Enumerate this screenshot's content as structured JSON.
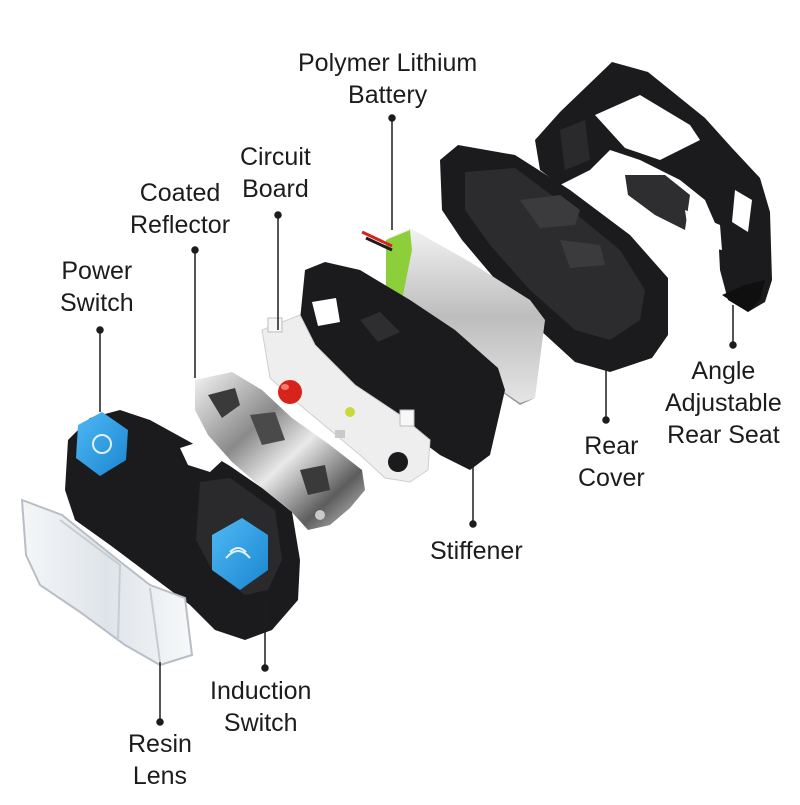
{
  "labels": {
    "polymer_battery": {
      "line1": "Polymer Lithium",
      "line2": "Battery"
    },
    "circuit_board": {
      "line1": "Circuit",
      "line2": "Board"
    },
    "coated_reflector": {
      "line1": "Coated",
      "line2": "Reflector"
    },
    "power_switch": {
      "line1": "Power",
      "line2": "Switch"
    },
    "angle_seat": {
      "line1": "Angle",
      "line2": "Adjustable",
      "line3": "Rear Seat"
    },
    "rear_cover": {
      "line1": "Rear",
      "line2": "Cover"
    },
    "stiffener": {
      "line1": "Stiffener"
    },
    "induction_switch": {
      "line1": "Induction",
      "line2": "Switch"
    },
    "resin_lens": {
      "line1": "Resin",
      "line2": "Lens"
    }
  },
  "colors": {
    "part_black": "#1b1b1d",
    "button_blue": "#2aa3ee",
    "battery_green": "#8ccf3a",
    "led_red": "#d8231c",
    "leader_line": "#1c1c1c"
  }
}
